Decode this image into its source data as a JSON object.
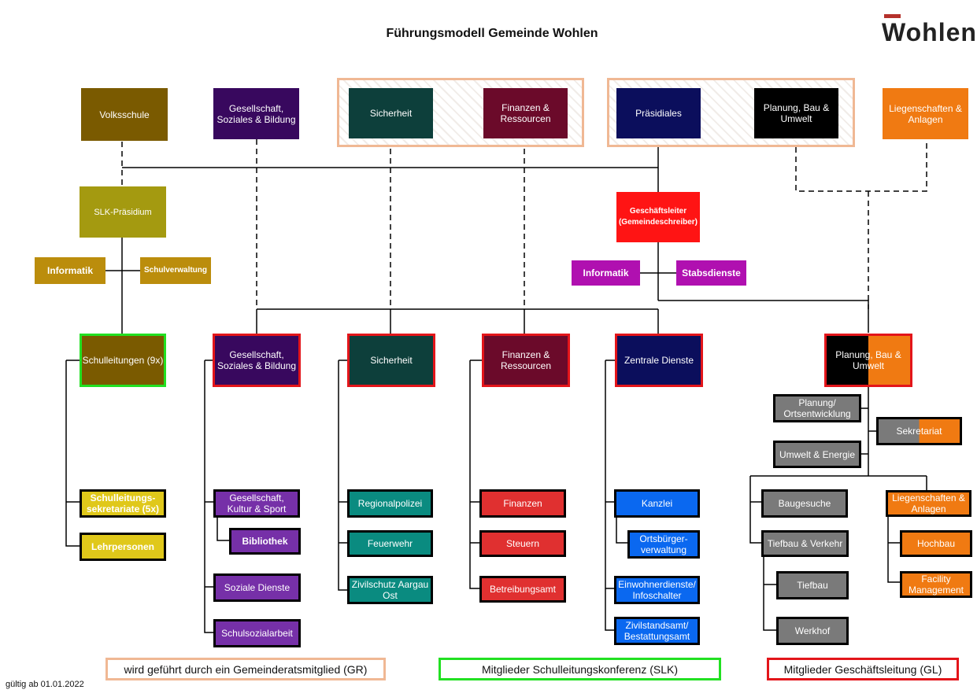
{
  "title": "Führungsmodell Gemeinde Wohlen",
  "logo": "Wohlen",
  "colors": {
    "volksschule": "#7a5a00",
    "gesellschaft": "#38085e",
    "sicherheit": "#0d3f3b",
    "finanzen": "#6b0a2a",
    "praesidiales": "#0b0e5c",
    "planung": "#000000",
    "liegenschaften": "#f07a12",
    "slk": "#a49a10",
    "informatik_school": "#bb8d0c",
    "geschaeftsleiter": "#ff1414",
    "violet": "#b010b0",
    "school_units": "#e0c81a",
    "purple": "#7630a8",
    "teal": "#0a8b80",
    "red": "#e03030",
    "blue": "#0a68f0",
    "grey": "#7a7a7a",
    "orange": "#f07a12",
    "border_gr": "#f0b894",
    "border_slk": "#22e022",
    "border_gl": "#e3151a"
  },
  "top": {
    "volksschule": "Volksschule",
    "gesellschaft": "Gesellschaft, Soziales & Bildung",
    "sicherheit": "Sicherheit",
    "finanzen": "Finanzen & Ressourcen",
    "praesidiales": "Präsidiales",
    "planung": "Planung, Bau & Umwelt",
    "liegenschaften": "Liegenschaften & Anlagen"
  },
  "mid": {
    "slk_praesidium": "SLK-Präsidium",
    "informatik_school": "Informatik",
    "schulverwaltung": "Schulverwaltung",
    "geschaeftsleiter": "Geschäftsleiter (Gemeindeschreiber)",
    "informatik_admin": "Informatik",
    "stabsdienste": "Stabsdienste"
  },
  "depts": {
    "schulleitungen": "Schulleitungen (9x)",
    "gesellschaft": "Gesellschaft, Soziales & Bildung",
    "sicherheit": "Sicherheit",
    "finanzen": "Finanzen & Ressourcen",
    "zentrale": "Zentrale Dienste",
    "planung": "Planung, Bau & Umwelt"
  },
  "units": {
    "schulleitungssekretariate": "Schulleitungs-sekretariate (5x)",
    "lehrpersonen": "Lehrpersonen",
    "gesellschaft_kultur": "Gesellschaft, Kultur & Sport",
    "bibliothek": "Bibliothek",
    "soziale_dienste": "Soziale Dienste",
    "schulsozialarbeit": "Schulsozialarbeit",
    "regionalpolizei": "Regionalpolizei",
    "feuerwehr": "Feuerwehr",
    "zivilschutz": "Zivilschutz Aargau Ost",
    "finanzen": "Finanzen",
    "steuern": "Steuern",
    "betreibungsamt": "Betreibungsamt",
    "kanzlei": "Kanzlei",
    "ortsbuerger": "Ortsbürger-verwaltung",
    "einwohnerdienste": "Einwohnerdienste/ Infoschalter",
    "zivilstandsamt": "Zivilstandsamt/ Bestattungsamt",
    "planung_ortsentwicklung": "Planung/ Ortsentwicklung",
    "sekretariat": "Sekretariat",
    "umwelt_energie": "Umwelt & Energie",
    "baugesuche": "Baugesuche",
    "tiefbau_verkehr": "Tiefbau & Verkehr",
    "tiefbau": "Tiefbau",
    "werkhof": "Werkhof",
    "liegenschaften_anlagen": "Liegenschaften & Anlagen",
    "hochbau": "Hochbau",
    "facility": "Facility Management"
  },
  "legend": {
    "gr": "wird geführt durch ein Gemeinderatsmitglied (GR)",
    "slk": "Mitglieder Schulleitungskonferenz (SLK)",
    "gl": "Mitglieder Geschäftsleitung (GL)"
  },
  "footer": "gültig ab 01.01.2022"
}
